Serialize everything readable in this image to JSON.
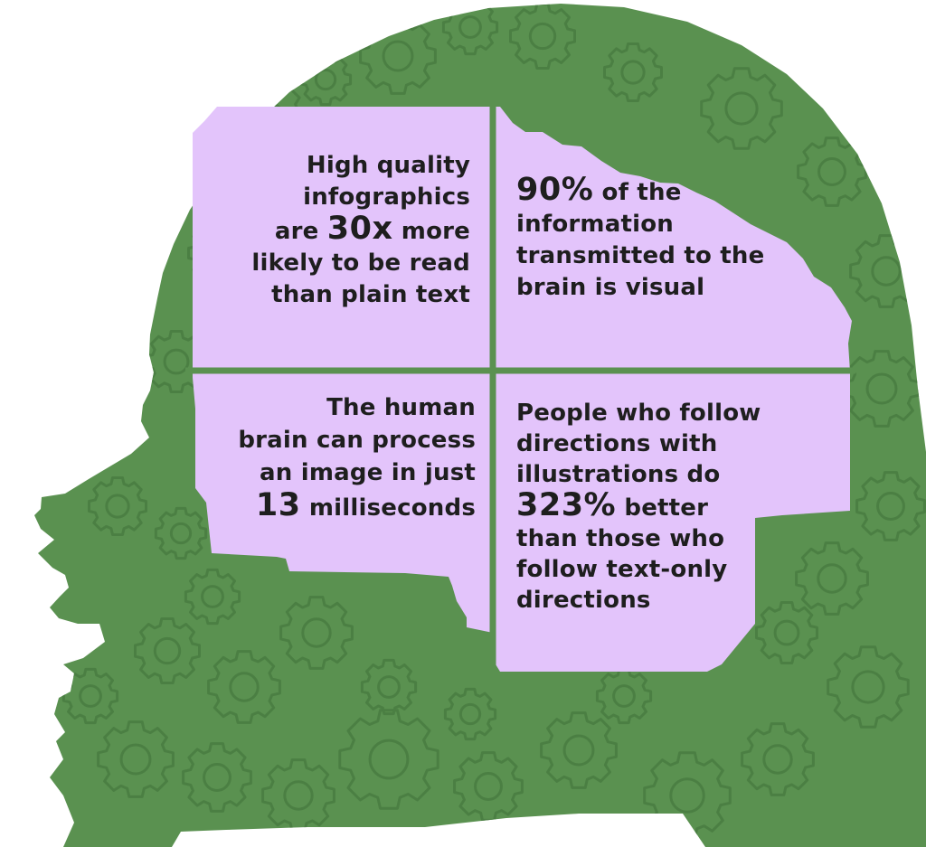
{
  "colors": {
    "head": "#5a9150",
    "gear": "#4b7f43",
    "brain": "#e3c4fb",
    "divider": "#5a9150",
    "text": "#1e1e1e"
  },
  "icons": [
    "head-silhouette",
    "gear-icon"
  ],
  "facts": [
    {
      "id": "infographics",
      "lines": [
        {
          "parts": [
            {
              "t": "High quality"
            }
          ]
        },
        {
          "parts": [
            {
              "t": "infographics"
            }
          ]
        },
        {
          "parts": [
            {
              "t": "are "
            },
            {
              "t": "30x",
              "big": true
            },
            {
              "t": " more"
            }
          ]
        },
        {
          "parts": [
            {
              "t": "likely to be read"
            }
          ]
        },
        {
          "parts": [
            {
              "t": "than plain text"
            }
          ]
        }
      ]
    },
    {
      "id": "visual-information",
      "lines": [
        {
          "parts": [
            {
              "t": "90%",
              "big": true
            },
            {
              "t": " of the"
            }
          ]
        },
        {
          "parts": [
            {
              "t": "information"
            }
          ]
        },
        {
          "parts": [
            {
              "t": "transmitted to the"
            }
          ]
        },
        {
          "parts": [
            {
              "t": "brain is visual"
            }
          ]
        }
      ]
    },
    {
      "id": "image-processing",
      "lines": [
        {
          "parts": [
            {
              "t": "The human"
            }
          ]
        },
        {
          "parts": [
            {
              "t": "brain can process"
            }
          ]
        },
        {
          "parts": [
            {
              "t": "an image in just"
            }
          ]
        },
        {
          "parts": [
            {
              "t": "13",
              "big": true
            },
            {
              "t": " milliseconds"
            }
          ]
        }
      ]
    },
    {
      "id": "illustrated-directions",
      "lines": [
        {
          "parts": [
            {
              "t": "People who follow"
            }
          ]
        },
        {
          "parts": [
            {
              "t": "directions with"
            }
          ]
        },
        {
          "parts": [
            {
              "t": "illustrations do"
            }
          ]
        },
        {
          "parts": [
            {
              "t": "323%",
              "big": true
            },
            {
              "t": " better"
            }
          ]
        },
        {
          "parts": [
            {
              "t": "than those who"
            }
          ]
        },
        {
          "parts": [
            {
              "t": "follow text-only"
            }
          ]
        },
        {
          "parts": [
            {
              "t": "directions"
            }
          ]
        }
      ]
    }
  ]
}
